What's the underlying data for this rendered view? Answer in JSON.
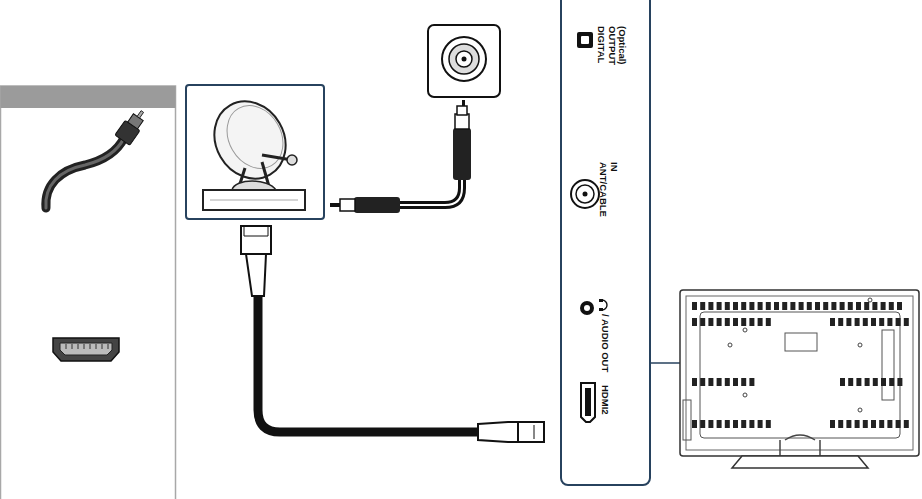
{
  "diagram": {
    "nodes": [
      {
        "text": [
          "DIGITAL OUTPUT (Optical)",
          "ANT/CABLE IN",
          "/ AUDIO OUT",
          "HDMI2"
        ]
      }
    ]
  }
}
